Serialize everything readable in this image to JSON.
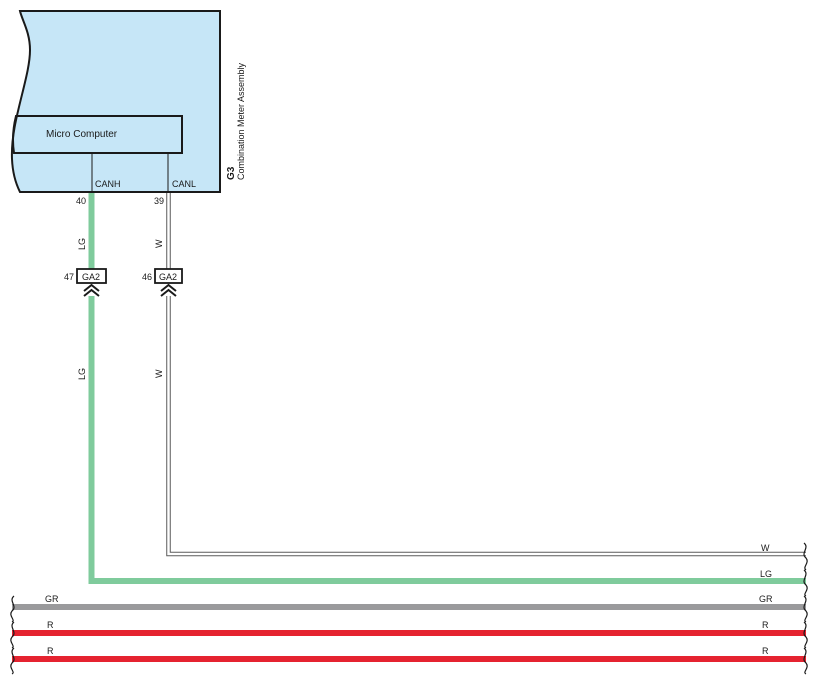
{
  "component": {
    "id": "G3",
    "name": "Combination Meter Assembly",
    "sub_block": "Micro Computer",
    "fill_color": "#c6e6f7"
  },
  "pins": {
    "canh": {
      "label": "CANH",
      "number": "40"
    },
    "canl": {
      "label": "CANL",
      "number": "39"
    }
  },
  "connectors": {
    "left": {
      "code": "GA2",
      "pin": "47"
    },
    "right": {
      "code": "GA2",
      "pin": "46"
    }
  },
  "wires": {
    "canh_upper": "LG",
    "canh_lower": "LG",
    "canl_upper": "W",
    "canl_lower": "W",
    "right_w": "W",
    "right_lg": "LG",
    "bus_gr_left": "GR",
    "bus_gr_right": "GR",
    "bus_r1_left": "R",
    "bus_r1_right": "R",
    "bus_r2_left": "R",
    "bus_r2_right": "R"
  },
  "colors": {
    "LG": "#7fcb9c",
    "W": "#ffffff",
    "GR": "#9a9a9c",
    "R": "#e52330"
  }
}
